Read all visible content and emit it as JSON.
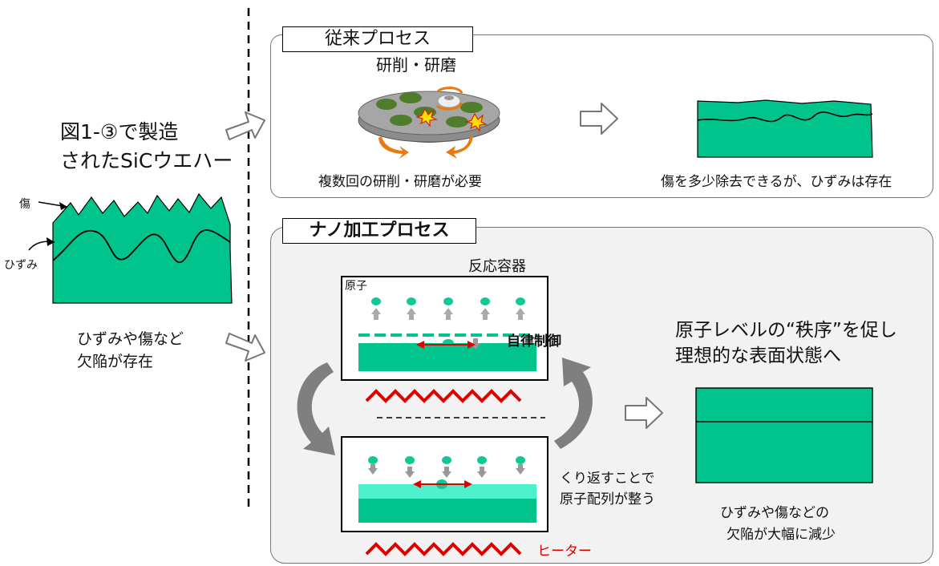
{
  "left": {
    "title_line1": "図1-③で製造",
    "title_line2": "されたSiCウエハー",
    "label_scratch": "傷",
    "label_strain": "ひずみ",
    "defect_line1": "ひずみや傷など",
    "defect_line2": "欠陥が存在"
  },
  "conventional": {
    "title": "従来プロセス",
    "grinding_label": "研削・研磨",
    "caption_left": "複数回の研削・研磨が必要",
    "caption_right": "傷を多少除去できるが、ひずみは存在"
  },
  "nano": {
    "title": "ナノ加工プロセス",
    "vessel_label": "反応容器",
    "atom_label": "原子",
    "control_label": "自律制御",
    "repeat_line1": "くり返すことで",
    "repeat_line2": "原子配列が整う",
    "heater_label": "ヒーター",
    "result_line1": "原子レベルの“秩序”を促し",
    "result_line2": "理想的な表面状態へ",
    "final_line1": "ひずみや傷などの",
    "final_line2": "欠陥が大幅に減少"
  },
  "colors": {
    "wafer": "#00c48c",
    "wafer_light": "#4cf0cc",
    "heater": "#e00000",
    "atom": "#10c896",
    "arrow_gray": "#7f7f7f"
  }
}
